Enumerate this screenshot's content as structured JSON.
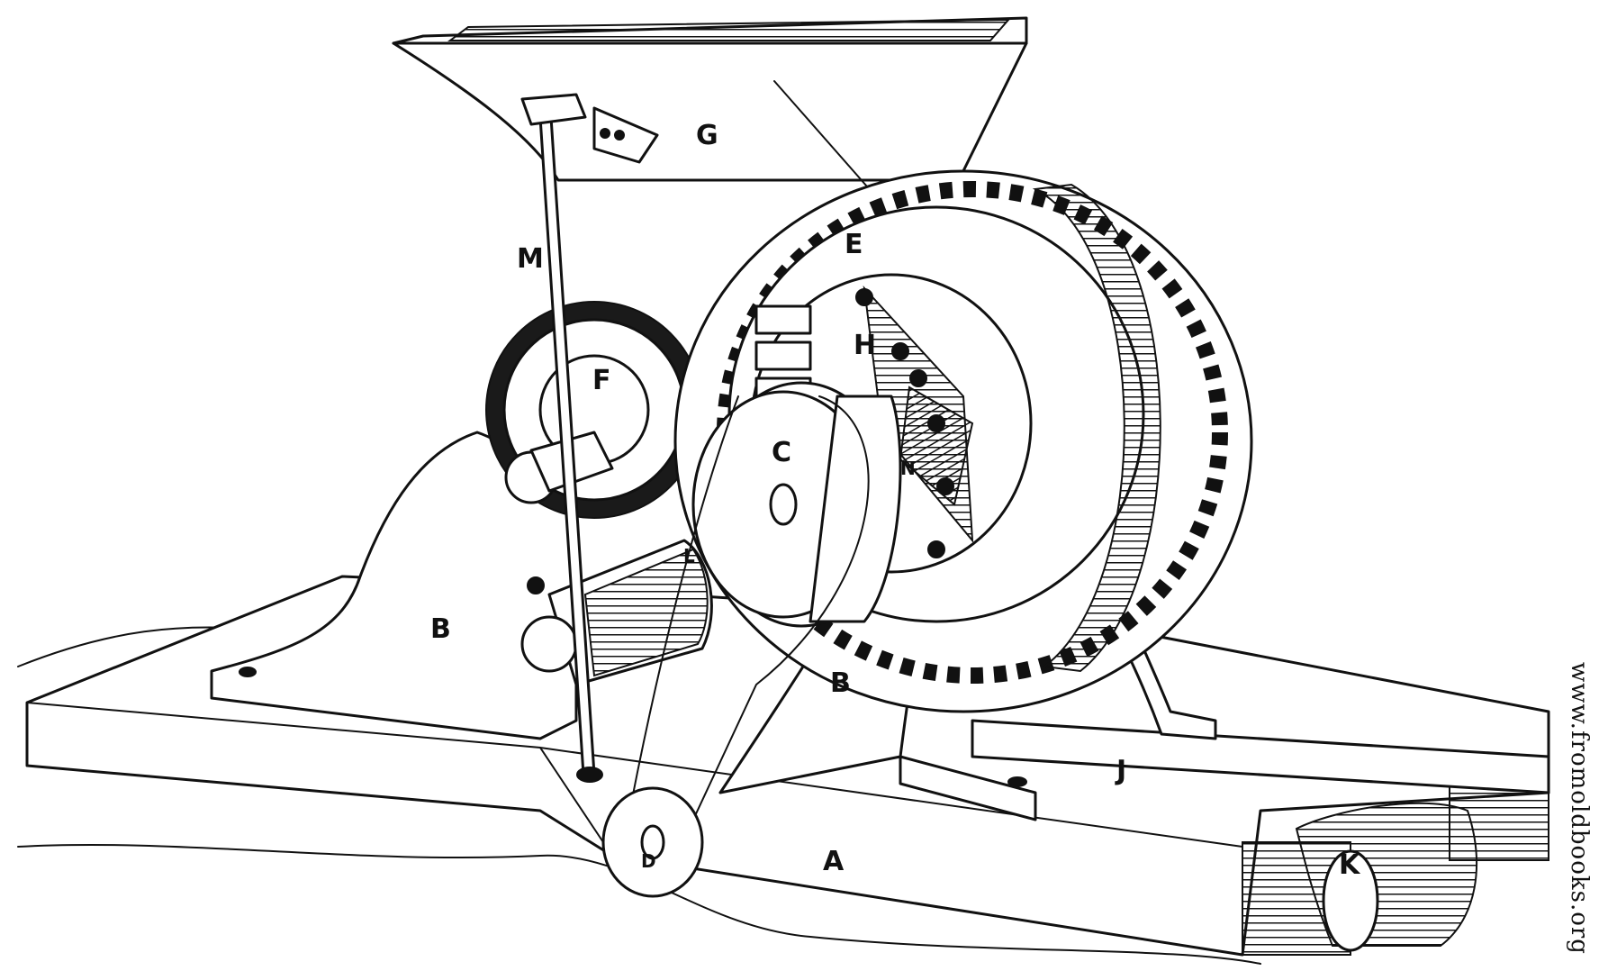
{
  "labels": {
    "A": "A",
    "B1": "B",
    "B2": "B",
    "C": "C",
    "D": "D",
    "E": "E",
    "F": "F",
    "G": "G",
    "H": "H",
    "J": "J",
    "K": "K",
    "L": "L",
    "M": "M",
    "N": "N"
  },
  "watermark": "www.fromoldbooks.org",
  "colors": {
    "ink": "#111111",
    "paper": "#ffffff"
  }
}
